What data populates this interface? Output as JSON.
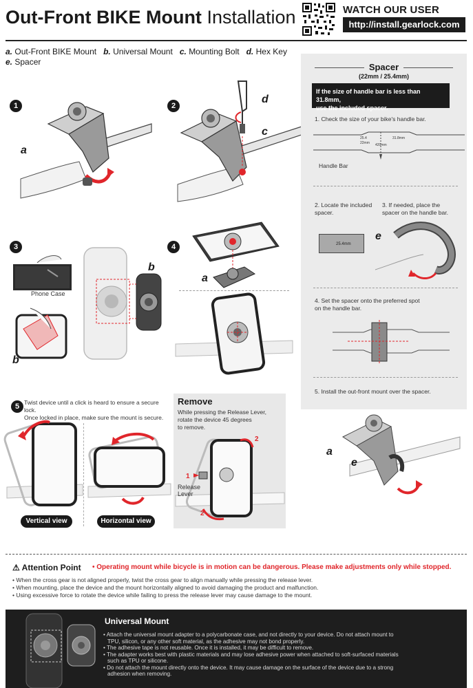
{
  "header": {
    "title_bold": "Out-Front BIKE Mount",
    "title_light": "Installation",
    "guide_title": "WATCH OUR USER GUIDE",
    "guide_url": "http://install.gearlock.com"
  },
  "parts": [
    {
      "key": "a.",
      "label": "Out-Front BIKE Mount"
    },
    {
      "key": "b.",
      "label": "Universal Mount"
    },
    {
      "key": "c.",
      "label": "Mounting Bolt"
    },
    {
      "key": "d.",
      "label": "Hex Key"
    },
    {
      "key": "e.",
      "label": "Spacer"
    }
  ],
  "steps": {
    "s1": {
      "num": "1",
      "label_a": "a"
    },
    "s2": {
      "num": "2",
      "label_d": "d",
      "label_c": "c"
    },
    "s3": {
      "num": "3",
      "phone_case": "Phone Case",
      "label_b1": "b",
      "label_b2": "b"
    },
    "s4": {
      "num": "4",
      "label_a": "a"
    },
    "s5": {
      "num": "5",
      "text1": "Twist device until a click is heard to ensure a secure lock.",
      "text2": "Once locked in place, make sure the mount is secure.",
      "vertical": "Vertical view",
      "horizontal": "Horizontal view"
    }
  },
  "remove": {
    "title": "Remove",
    "line1": "While pressing the Release Lever,",
    "line2": "rotate the device 45 degrees",
    "line3": "to remove.",
    "release1": "Release",
    "release2": "Lever",
    "n1": "1",
    "n2": "2",
    "n2b": "2"
  },
  "spacer": {
    "title": "Spacer",
    "subtitle": "(22mm / 25.4mm)",
    "note1": "If the size of handle bar is less than 31.8mm,",
    "note2": "use the included spacer.",
    "step1": "1. Check the size of your bike's handle bar.",
    "handle_bar": "Handle Bar",
    "sizes": [
      "25.4",
      "22mm",
      "31.8mm",
      "420mm"
    ],
    "step2a": "2. Locate the included",
    "step2b": "spacer.",
    "step3a": "3. If needed, place the",
    "step3b": "spacer on the handle bar.",
    "spacer_label": "25.4mm",
    "label_e": "e",
    "step4a": "4. Set the spacer onto the preferred spot",
    "step4b": "on the handle bar.",
    "step5": "5. Install the out-front mount over the spacer.",
    "label_a": "a",
    "label_e2": "e"
  },
  "attention": {
    "title": "Attention Point",
    "warning": "• Operating mount while bicycle is in motion can be dangerous. Please make adjustments only while stopped.",
    "items": [
      "• When the cross gear is not aligned properly, twist the cross gear to align manually while pressing the release lever.",
      "• When mounting, place the device and the mount horizontally aligned to avoid damaging the product and malfunction.",
      "• Using excessive force to rotate the device while failing to press the release lever may cause damage to the mount."
    ]
  },
  "universal": {
    "title": "Universal Mount",
    "items": [
      "• Attach the universal mount adapter to a polycarbonate case, and not directly to your device. Do not attach mount to",
      "   TPU, silicon, or any other soft material, as the adhesive may not bond properly.",
      "• The adhesive tape is not reusable. Once it is installed, it may be difficult to remove.",
      "• The adapter works best with plastic materials and may lose adhesive power when attached to soft-surfaced materials",
      "   such as TPU or silicone.",
      "• Do not attach the mount directly onto the device. It may cause damage on the surface of the device due to a strong",
      "   adhesion when removing."
    ]
  },
  "colors": {
    "accent": "#e0262b",
    "dark": "#1c1c1c",
    "panel": "#ebebeb"
  }
}
